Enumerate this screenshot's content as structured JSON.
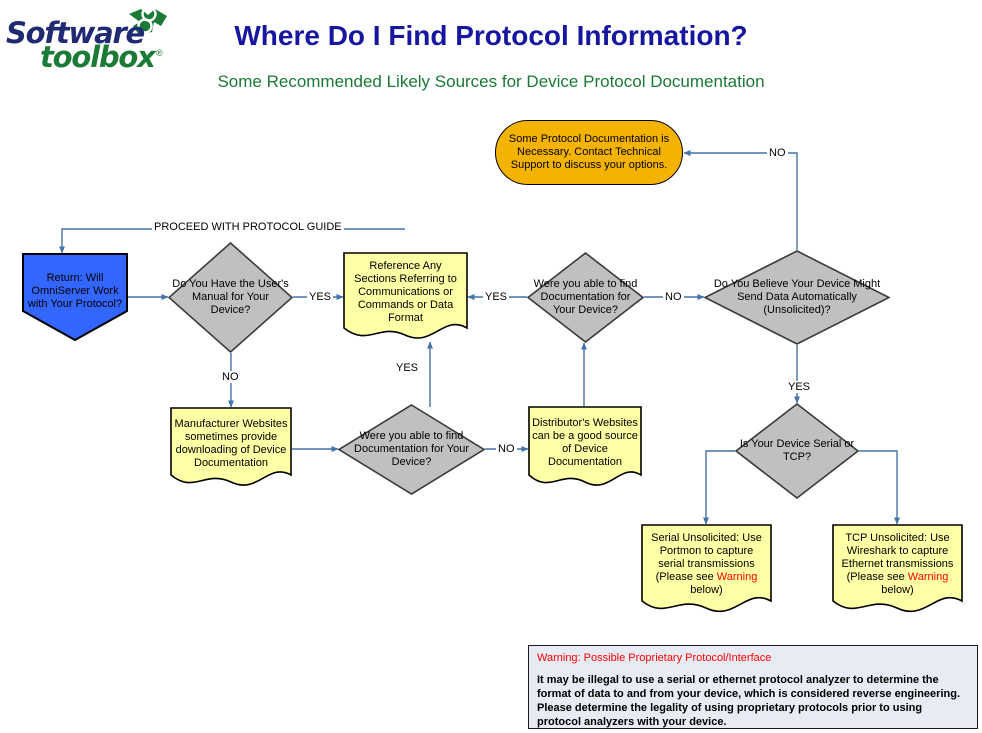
{
  "header": {
    "logo": {
      "word1": "Software",
      "word2": "toolbox",
      "registered": "®",
      "mark_name": "interlocking-links-logo-mark",
      "color_blue": "#1f2a72",
      "color_green": "#1a7a36"
    },
    "title": "Where Do I Find Protocol Information?",
    "subtitle": "Some Recommended Likely Sources for Device Protocol Documentation",
    "title_color": "#1616a0",
    "subtitle_color": "#1a7a36"
  },
  "colors": {
    "decision_fill": "#c0c0c0",
    "document_fill": "#ffffa6",
    "terminator_fill": "#f5b301",
    "return_fill": "#3366ff",
    "connector": "#4472a8",
    "warning_text": "#ff0000",
    "warning_panel_bg": "#e7ecf4"
  },
  "nodes": {
    "return_omniserver": {
      "label": "Return:  Will OmniServer Work with Your Protocol?",
      "shape": "pentagon",
      "fill": "#3366ff"
    },
    "have_manual": {
      "label": "Do You Have the User's Manual for Your Device?",
      "shape": "decision",
      "fill": "#c0c0c0"
    },
    "reference_sections": {
      "label": "Reference Any Sections Referring to Communications or Commands or Data Format",
      "shape": "document",
      "fill": "#ffffa6"
    },
    "protocol_doc_necessary": {
      "label": "Some Protocol Documentation is Necessary.  Contact Technical Support to discuss your options.",
      "shape": "terminator",
      "fill": "#f5b301"
    },
    "found_doc_top": {
      "label": "Were you able to find Documentation for Your Device?",
      "shape": "decision",
      "fill": "#c0c0c0"
    },
    "unsolicited_data": {
      "label": "Do You Believe Your Device Might Send Data Automatically (Unsolicited)?",
      "shape": "decision",
      "fill": "#c0c0c0"
    },
    "manufacturer_websites": {
      "label": "Manufacturer Websites sometimes provide downloading of Device Documentation",
      "shape": "document",
      "fill": "#ffffa6"
    },
    "found_doc_mid": {
      "label": "Were you able to find Documentation for Your Device?",
      "shape": "decision",
      "fill": "#c0c0c0"
    },
    "distributor_websites": {
      "label": "Distributor's Websites can be a good source of Device Documentation",
      "shape": "document",
      "fill": "#ffffa6"
    },
    "serial_or_tcp": {
      "label": "Is Your Device Serial or TCP?",
      "shape": "decision",
      "fill": "#c0c0c0"
    },
    "serial_unsolicited": {
      "line1": "Serial Unsolicited:  Use",
      "line2": "Portmon to capture",
      "line3": "serial transmissions",
      "line4_pre": "(Please see ",
      "line4_warn": "Warning",
      "line5": "below)",
      "shape": "document",
      "fill": "#ffffa6"
    },
    "tcp_unsolicited": {
      "line1": "TCP Unsolicited:  Use",
      "line2": "Wireshark to capture",
      "line3": "Ethernet transmissions",
      "line4_pre": "(Please see ",
      "line4_warn": "Warning",
      "line5": "below)",
      "shape": "document",
      "fill": "#ffffa6"
    }
  },
  "edge_labels": {
    "proceed_with_protocol_guide": "PROCEED WITH PROTOCOL GUIDE",
    "manual_yes": "YES",
    "manual_no": "NO",
    "found_top_yes": "YES",
    "found_top_no": "NO",
    "unsolicited_no": "NO",
    "unsolicited_yes": "YES",
    "found_mid_yes": "YES",
    "found_mid_no": "NO"
  },
  "warning": {
    "title": "Warning:  Possible Proprietary Protocol/Interface",
    "body": "It may be illegal to use a serial or ethernet protocol analyzer to determine the format of data to and from your device, which is considered reverse engineering.  Please determine the legality of using proprietary protocols prior to using protocol analyzers with your device."
  }
}
